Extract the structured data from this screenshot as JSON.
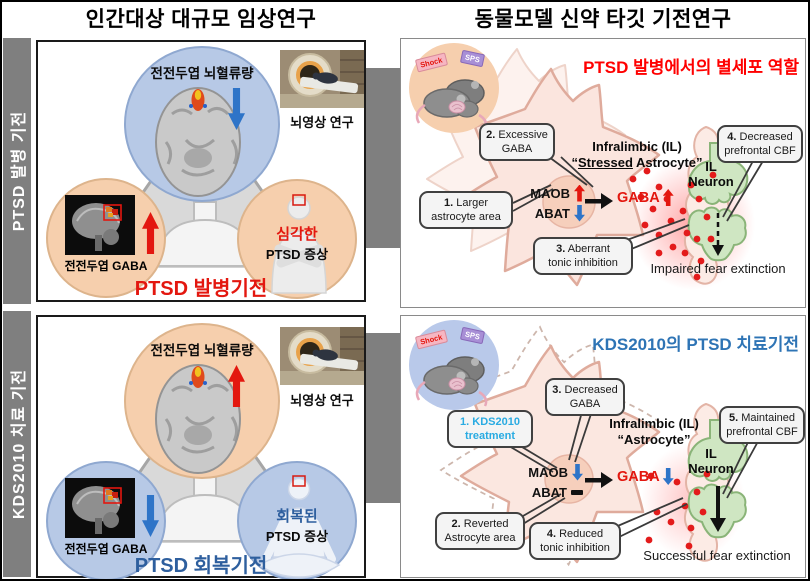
{
  "colors": {
    "red": "#e3170f",
    "blue_arrow": "#2e74c8",
    "title_blue": "#2e74b5",
    "caption_blue": "#2e5f9e",
    "cyan": "#29abe2",
    "sidebar_gray": "#7f7f7f",
    "peach_circle": "#f6cfad",
    "blue_circle": "#b7c9e6",
    "astrocyte_fill": "#fbe5de",
    "neuron_green": "#cfe6c2"
  },
  "headers": {
    "left": "인간대상 대규모 임상연구",
    "right": "동물모델 신약 타깃 기전연구"
  },
  "sidebars": {
    "top": "PTSD 발병 기전",
    "bottom": "KDS2010 치료 기전"
  },
  "clinical_top": {
    "cbf_label": "전전두엽 뇌혈류량",
    "mri_caption": "뇌영상 연구",
    "gaba_label": "전전두엽 GABA",
    "symptom_highlight": "심각한",
    "symptom_label": "PTSD 증상",
    "caption": "PTSD 발병기전"
  },
  "clinical_bottom": {
    "cbf_label": "전전두엽 뇌혈류량",
    "mri_caption": "뇌영상 연구",
    "gaba_label": "전전두엽 GABA",
    "symptom_highlight": "회복된",
    "symptom_label": "PTSD 증상",
    "caption": "PTSD 회복기전"
  },
  "animal_top": {
    "title": "PTSD 발병에서의 별세포 역할",
    "rat_tag_shock": "Shock",
    "rat_tag_sps": "SPS",
    "box1_num": "1.",
    "box1_text": "Larger\nastrocyte area",
    "box2_num": "2.",
    "box2_text": "Excessive\nGABA",
    "box3_num": "3.",
    "box3_text": "Aberrant\ntonic inhibition",
    "box4_num": "4.",
    "box4_text": "Decreased\nprefrontal CBF",
    "region_line1": "Infralimbic (IL)",
    "region_open": "“",
    "region_stressed": "Stressed",
    "region_close": " Astrocyte”",
    "enzyme1": "MAOB",
    "enzyme2": "ABAT",
    "gaba": "GABA",
    "neuron_line1": "IL",
    "neuron_line2": "Neuron",
    "outcome": "Impaired fear extinction"
  },
  "animal_bottom": {
    "title": "KDS2010의 PTSD 치료기전",
    "rat_tag_shock": "Shock",
    "rat_tag_sps": "SPS",
    "box1_num": "1.",
    "box1_text": "KDS2010\ntreatment",
    "box2_num": "2.",
    "box2_text": "Reverted\nAstrocyte area",
    "box3_num": "3.",
    "box3_text": "Decreased\nGABA",
    "box4_num": "4.",
    "box4_text": "Reduced\ntonic inhibition",
    "box5_num": "5.",
    "box5_text": "Maintained\nprefrontal CBF",
    "region_line1": "Infralimbic (IL)",
    "region_line2": "“Astrocyte”",
    "enzyme1": "MAOB",
    "enzyme2": "ABAT",
    "gaba": "GABA",
    "neuron_line1": "IL",
    "neuron_line2": "Neuron",
    "outcome": "Successful fear extinction"
  }
}
